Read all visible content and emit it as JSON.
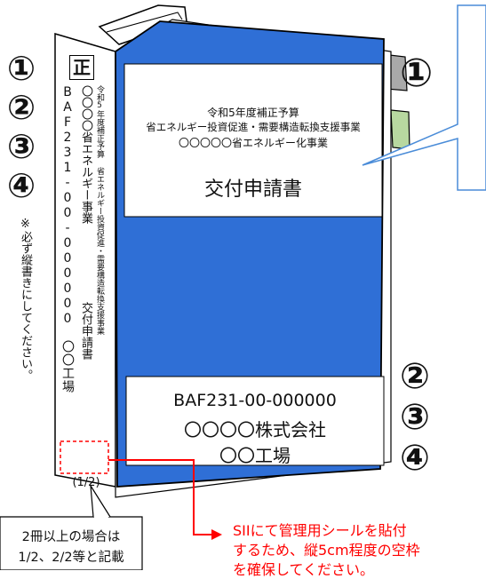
{
  "diagram": {
    "marker_1": "①",
    "marker_2": "②",
    "marker_3": "③",
    "marker_4": "④",
    "seal_char": "正",
    "spine": {
      "line1": "令和5年度補正予算 省エネルギー投資促進・需要構造転換支援事業",
      "line2": "〇〇〇〇省エネルギー事業",
      "line3": "交付申請書",
      "line4": "BAF231-00-000000　〇〇工場",
      "volume": "(1/2)"
    },
    "vertical_note": "※必ず縦書きにしてください。",
    "cover_label": {
      "line1": "令和5年度補正予算",
      "line2": "省エネルギー投資促進・需要構造転換支援事業",
      "line3": "〇〇〇〇〇省エネルギー化事業",
      "title": "交付申請書"
    },
    "cover_bottom": {
      "code": "BAF231-00-000000",
      "company": "〇〇〇〇株式会社",
      "factory": "〇〇工場"
    },
    "callout_volume": {
      "line1": "2冊以上の場合は",
      "line2": "1/2、2/2等と記載"
    },
    "callout_seal": {
      "line1": "SIIにて管理用シールを貼付",
      "line2": "するため、縦5cm程度の空枠",
      "line3": "を確保してください。"
    },
    "colors": {
      "cover_blue": "#2f6fd6",
      "annotation_red": "#ff0000",
      "tab_gray": "#a9a9a9",
      "tab_green": "#b8d8a0"
    }
  }
}
